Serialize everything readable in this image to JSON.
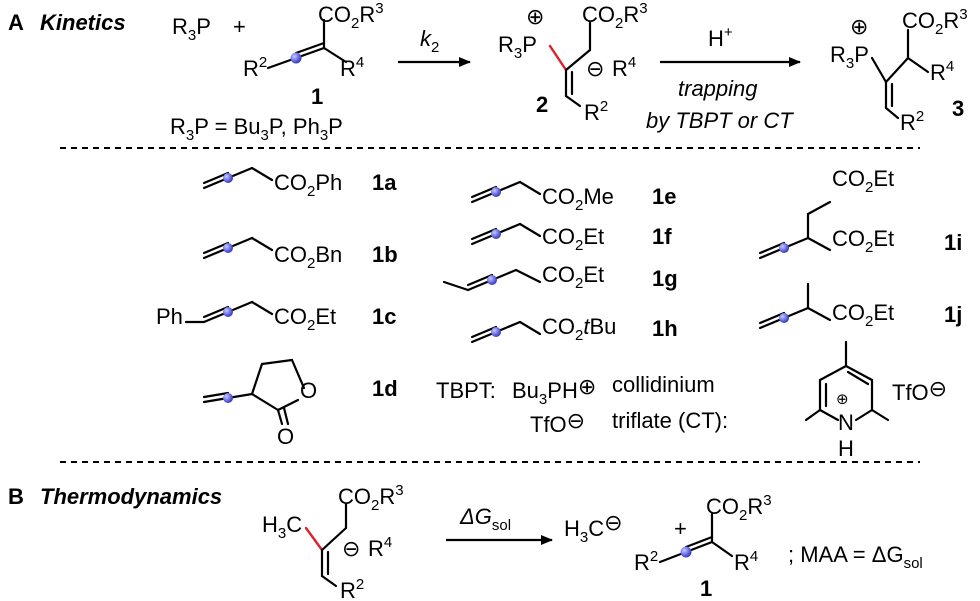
{
  "sectionA": {
    "letter": "A",
    "title": "Kinetics",
    "rate_const": "k",
    "rate_sub": "2",
    "acid": "H",
    "acid_sup": "+",
    "trap_line1": "trapping",
    "trap_line2": "by TBPT or CT",
    "phosphine_note": "R",
    "phosphine_note_sub": "3",
    "phosphine_note_rest": "P = Bu",
    "phosphine_note_sub2": "3",
    "phosphine_note_rest2": "P, Ph",
    "phosphine_note_sub3": "3",
    "phosphine_note_rest3": "P",
    "reactant_phosphine": "R",
    "reactant_phosphine_sub": "3",
    "reactant_phosphine_rest": "P",
    "plus": "+",
    "ester": "CO",
    "ester_sub": "2",
    "ester_r": "R",
    "ester_r_sup": "3",
    "r2": "R",
    "r2_sup": "2",
    "r4": "R",
    "r4_sup": "4",
    "cmpd1": "1",
    "cmpd2": "2",
    "cmpd3": "3",
    "plus_charge": "⊕",
    "minus_charge": "⊖"
  },
  "allenes": [
    {
      "id": "1a",
      "group": "CO2Ph"
    },
    {
      "id": "1b",
      "group": "CO2Bn"
    },
    {
      "id": "1c",
      "group": "CO2Et",
      "prefix": "Ph"
    },
    {
      "id": "1d",
      "ring_o": "O",
      "carbonyl_o": "O"
    },
    {
      "id": "1e",
      "group": "CO2Me"
    },
    {
      "id": "1f",
      "group": "CO2Et"
    },
    {
      "id": "1g",
      "group": "CO2Et"
    },
    {
      "id": "1h",
      "group": "CO2tBu"
    },
    {
      "id": "1i",
      "group_top": "CO2Et",
      "group": "CO2Et"
    },
    {
      "id": "1j",
      "group": "CO2Et"
    }
  ],
  "labels": {
    "1a": "1a",
    "1b": "1b",
    "1c": "1c",
    "1d": "1d",
    "1e": "1e",
    "1f": "1f",
    "1g": "1g",
    "1h": "1h",
    "1i": "1i",
    "1j": "1j"
  },
  "acids": {
    "tbpt_label": "TBPT:",
    "tbpt_cation": "Bu",
    "tbpt_cation_sub": "3",
    "tbpt_cation_rest": "PH",
    "tbpt_anion": "TfO",
    "ct_line1": "collidinium",
    "ct_line2": "triflate (CT):",
    "ct_nh": "N",
    "ct_h": "H",
    "ct_anion": "TfO"
  },
  "sectionB": {
    "letter": "B",
    "title": "Thermodynamics",
    "delta": "ΔG",
    "delta_sub": "sol",
    "methyl": "H",
    "methyl_sub": "3",
    "methyl_rest": "C",
    "product_methyl": "H",
    "product_methyl_sub": "3",
    "product_methyl_rest": "C",
    "plus": "+",
    "maa_text": "; MAA = ΔG",
    "maa_sub": "sol"
  }
}
